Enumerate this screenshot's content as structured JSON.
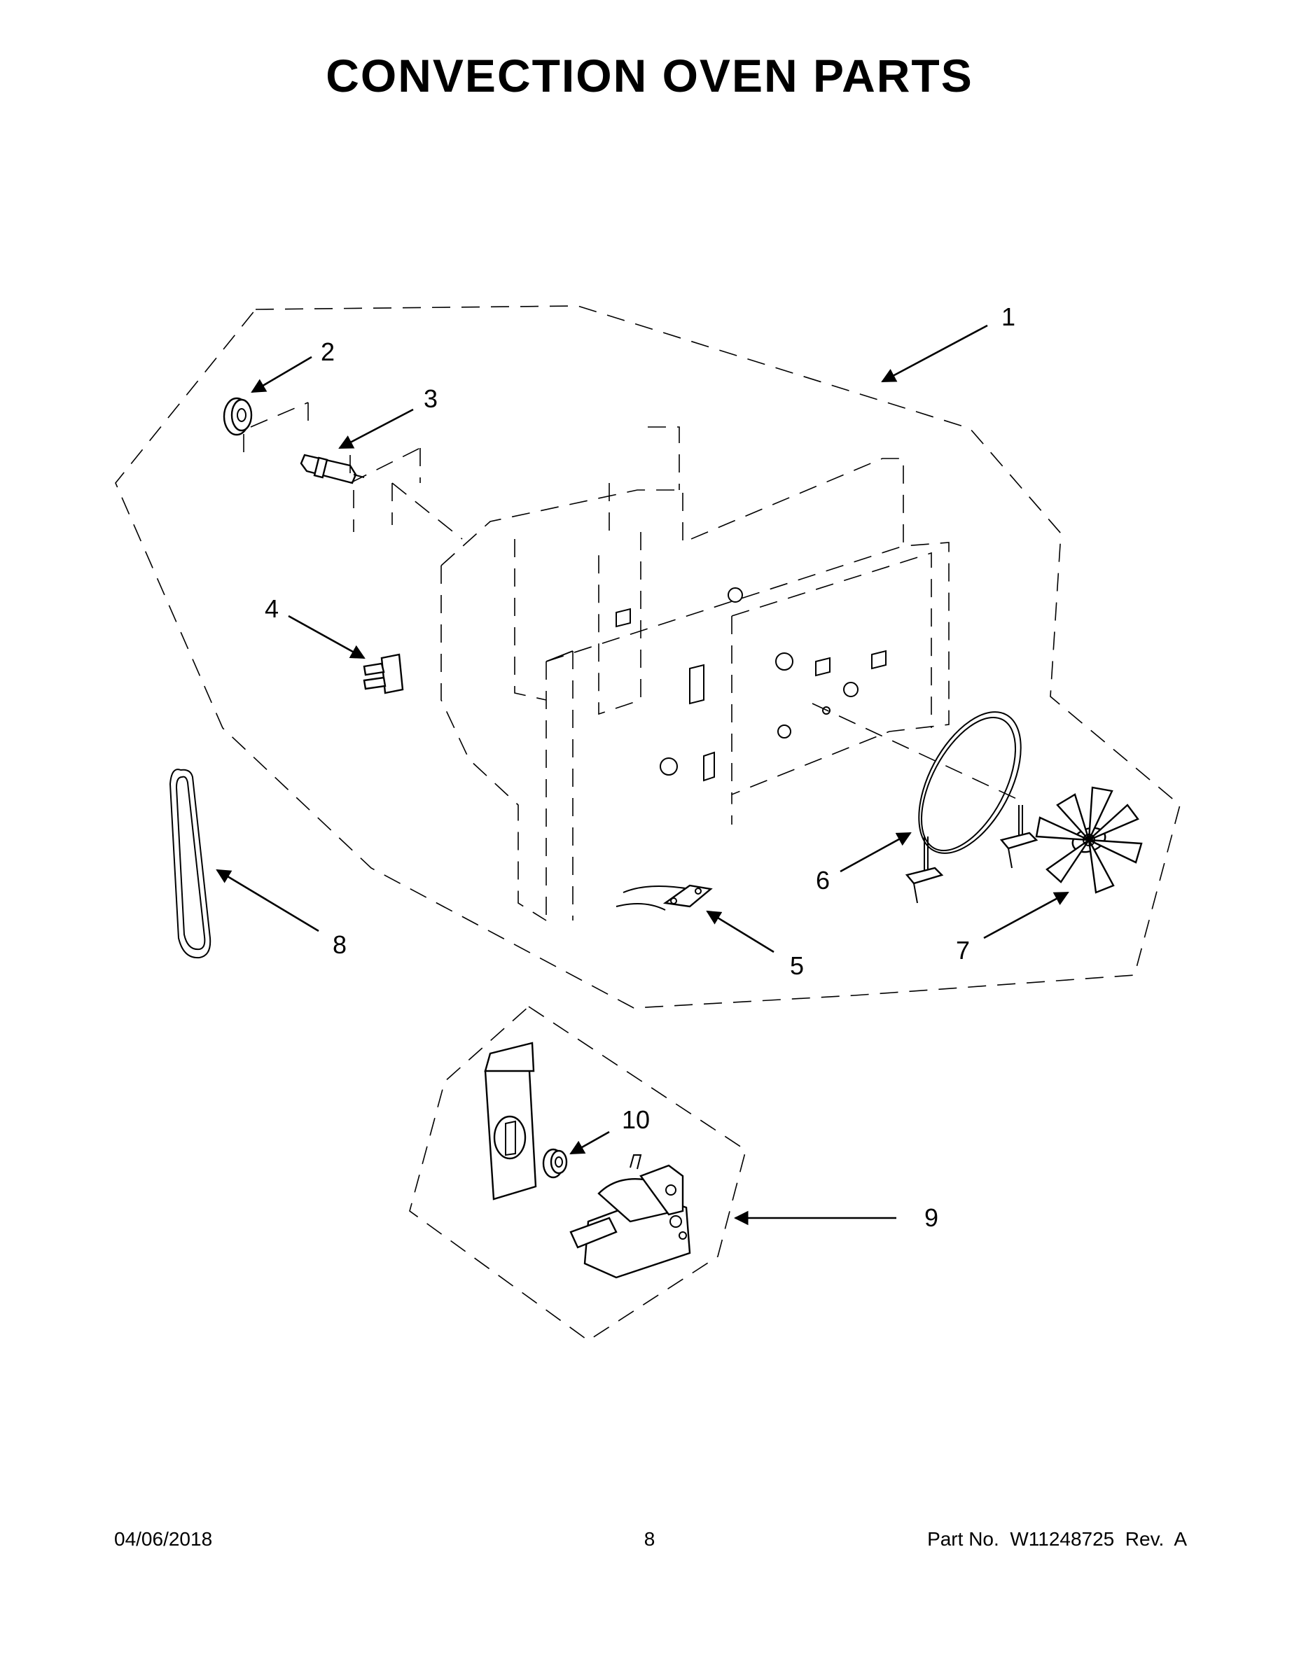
{
  "title": "CONVECTION OVEN PARTS",
  "footer": {
    "date": "04/06/2018",
    "page": "8",
    "part_number": "Part No.  W11248725  Rev.  A"
  },
  "callouts": [
    "1",
    "2",
    "3",
    "4",
    "5",
    "6",
    "7",
    "8",
    "9",
    "10"
  ]
}
